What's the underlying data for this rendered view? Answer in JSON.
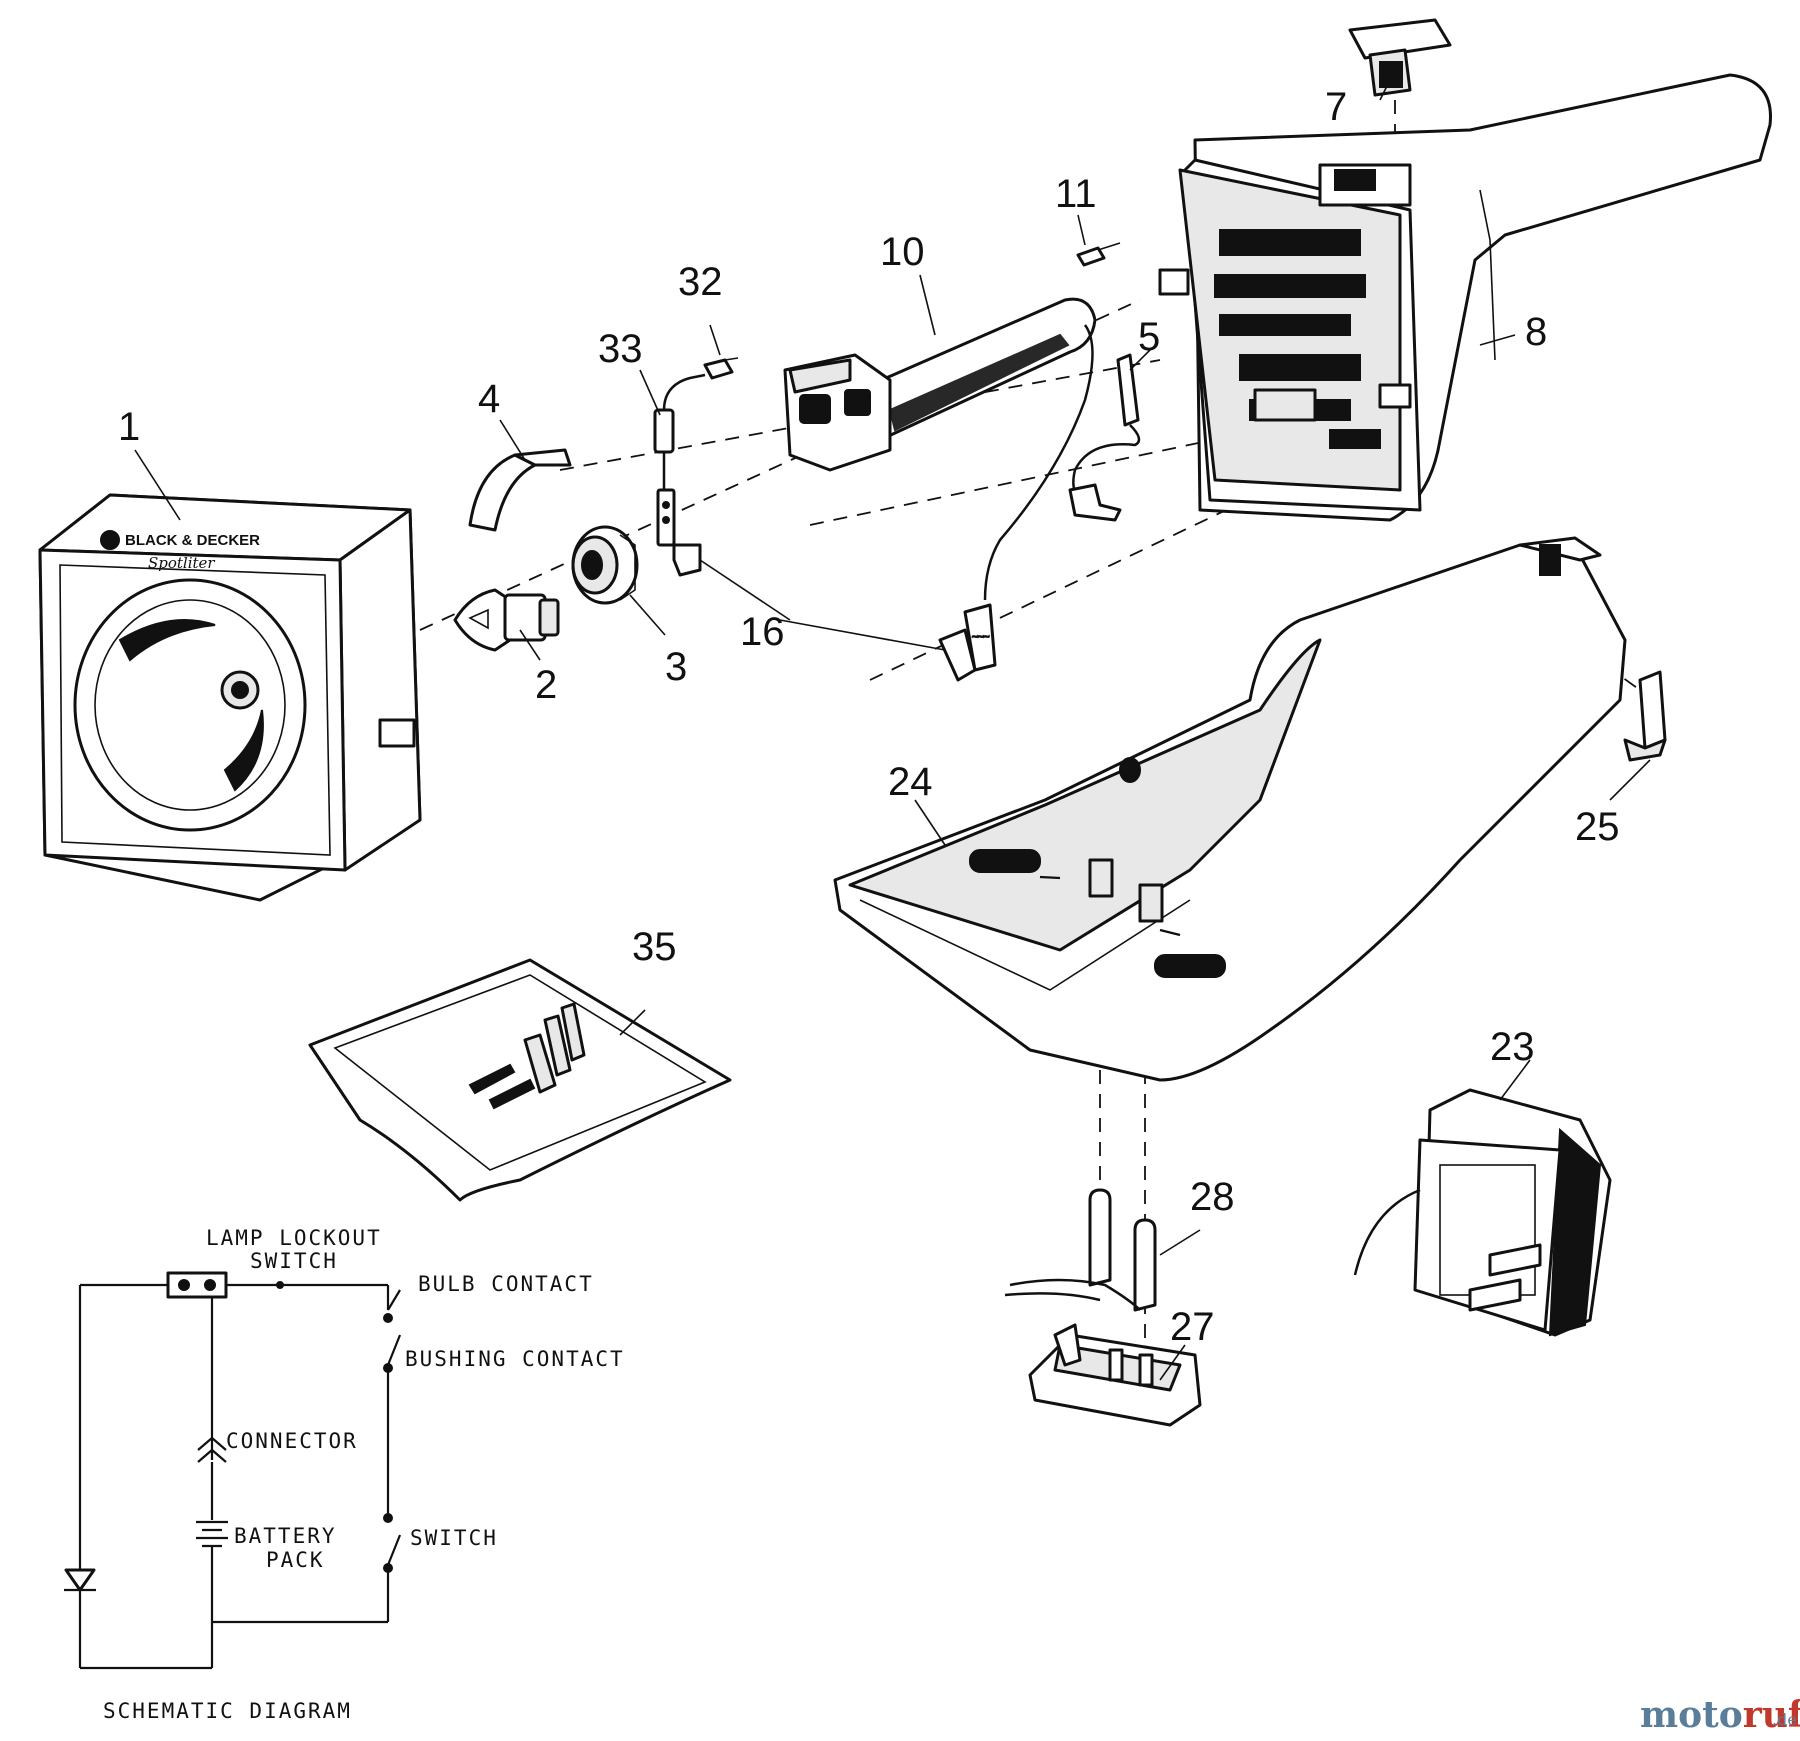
{
  "callouts": {
    "c1": "1",
    "c2": "2",
    "c3": "3",
    "c4": "4",
    "c5": "5",
    "c7": "7",
    "c8": "8",
    "c10": "10",
    "c11": "11",
    "c16": "16",
    "c23": "23",
    "c24": "24",
    "c25": "25",
    "c27": "27",
    "c28": "28",
    "c32": "32",
    "c33": "33",
    "c35": "35"
  },
  "housing": {
    "brand": "BLACK & DECKER",
    "model": "Spotliter"
  },
  "schematic": {
    "lamp_lockout_line1": "LAMP LOCKOUT",
    "lamp_lockout_line2": "SWITCH",
    "bulb_contact": "BULB CONTACT",
    "bushing_contact": "BUSHING CONTACT",
    "connector": "CONNECTOR",
    "battery_line1": "BATTERY",
    "battery_line2": "PACK",
    "switch": "SWITCH",
    "title": "SCHEMATIC DIAGRAM"
  },
  "watermark": {
    "text_a": "moto",
    "text_b": "ruf",
    "suffix": ".de",
    "color_a": "#5a7d9a",
    "color_b": "#c0392b"
  }
}
